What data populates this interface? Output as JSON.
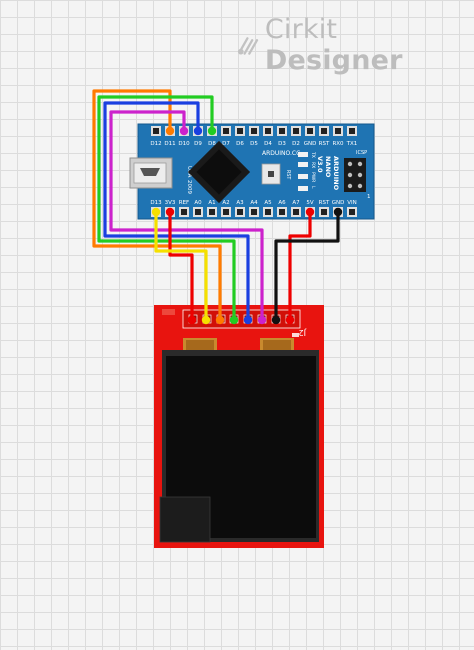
{
  "brand": {
    "name_light": "Cirkit",
    "name_bold": "Designer",
    "icon": "cirkit-logo-icon"
  },
  "arduino": {
    "top_pins": [
      "D12",
      "D11",
      "D10",
      "D9",
      "D8",
      "D7",
      "D6",
      "D5",
      "D4",
      "D3",
      "D2",
      "GND",
      "RST",
      "RX0",
      "TX1"
    ],
    "bottom_pins": [
      "D13",
      "3V3",
      "REF",
      "A0",
      "A1",
      "A2",
      "A3",
      "A4",
      "A5",
      "A6",
      "A7",
      "5V",
      "RST",
      "GND",
      "VIN"
    ],
    "model_text": [
      "ARDUINO",
      "NANO",
      "V3.0"
    ],
    "site_text": "ARDUINO.CC",
    "usa_text": "USA",
    "year_text": "2009",
    "icsp_text": "ICSP",
    "one_text": "1",
    "led_labels": [
      "TX",
      "RX",
      "PWR",
      "L"
    ],
    "rst_label": "RST"
  },
  "tft": {
    "header_label": "J2"
  },
  "wire_colors": {
    "orange": "#ff7b00",
    "green": "#22cc22",
    "blue": "#1a3fe0",
    "magenta": "#cc22cc",
    "red": "#ee0000",
    "yellow": "#f5e000",
    "black": "#111111"
  }
}
